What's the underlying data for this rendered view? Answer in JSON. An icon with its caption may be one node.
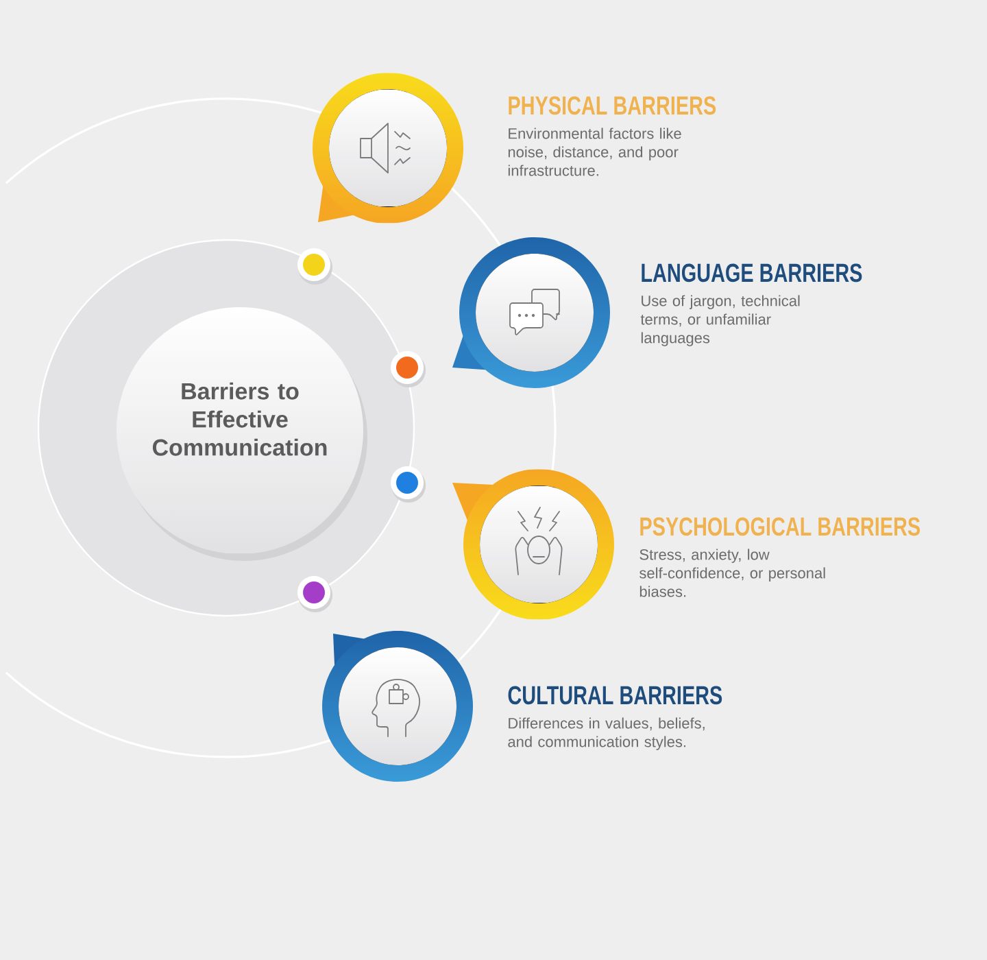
{
  "diagram": {
    "nodes": [
      {
        "text": [
          "Barriers to Effective Communication"
        ]
      },
      {
        "text": [
          "PHYSICAL BARRIERS",
          "Environmental factors like noise, distance, and poor infrastructure."
        ]
      },
      {
        "text": [
          "LANGUAGE BARRIERS",
          "Use of jargon, technical terms, or unfamiliar languages"
        ]
      },
      {
        "text": [
          "PSYCHOLOGICAL BARRIERS",
          "Stress, anxiety, low self-confidence, or personal biases."
        ]
      },
      {
        "text": [
          "CULTURAL BARRIERS",
          "Differences in values, beliefs, and communication styles."
        ]
      }
    ]
  }
}
